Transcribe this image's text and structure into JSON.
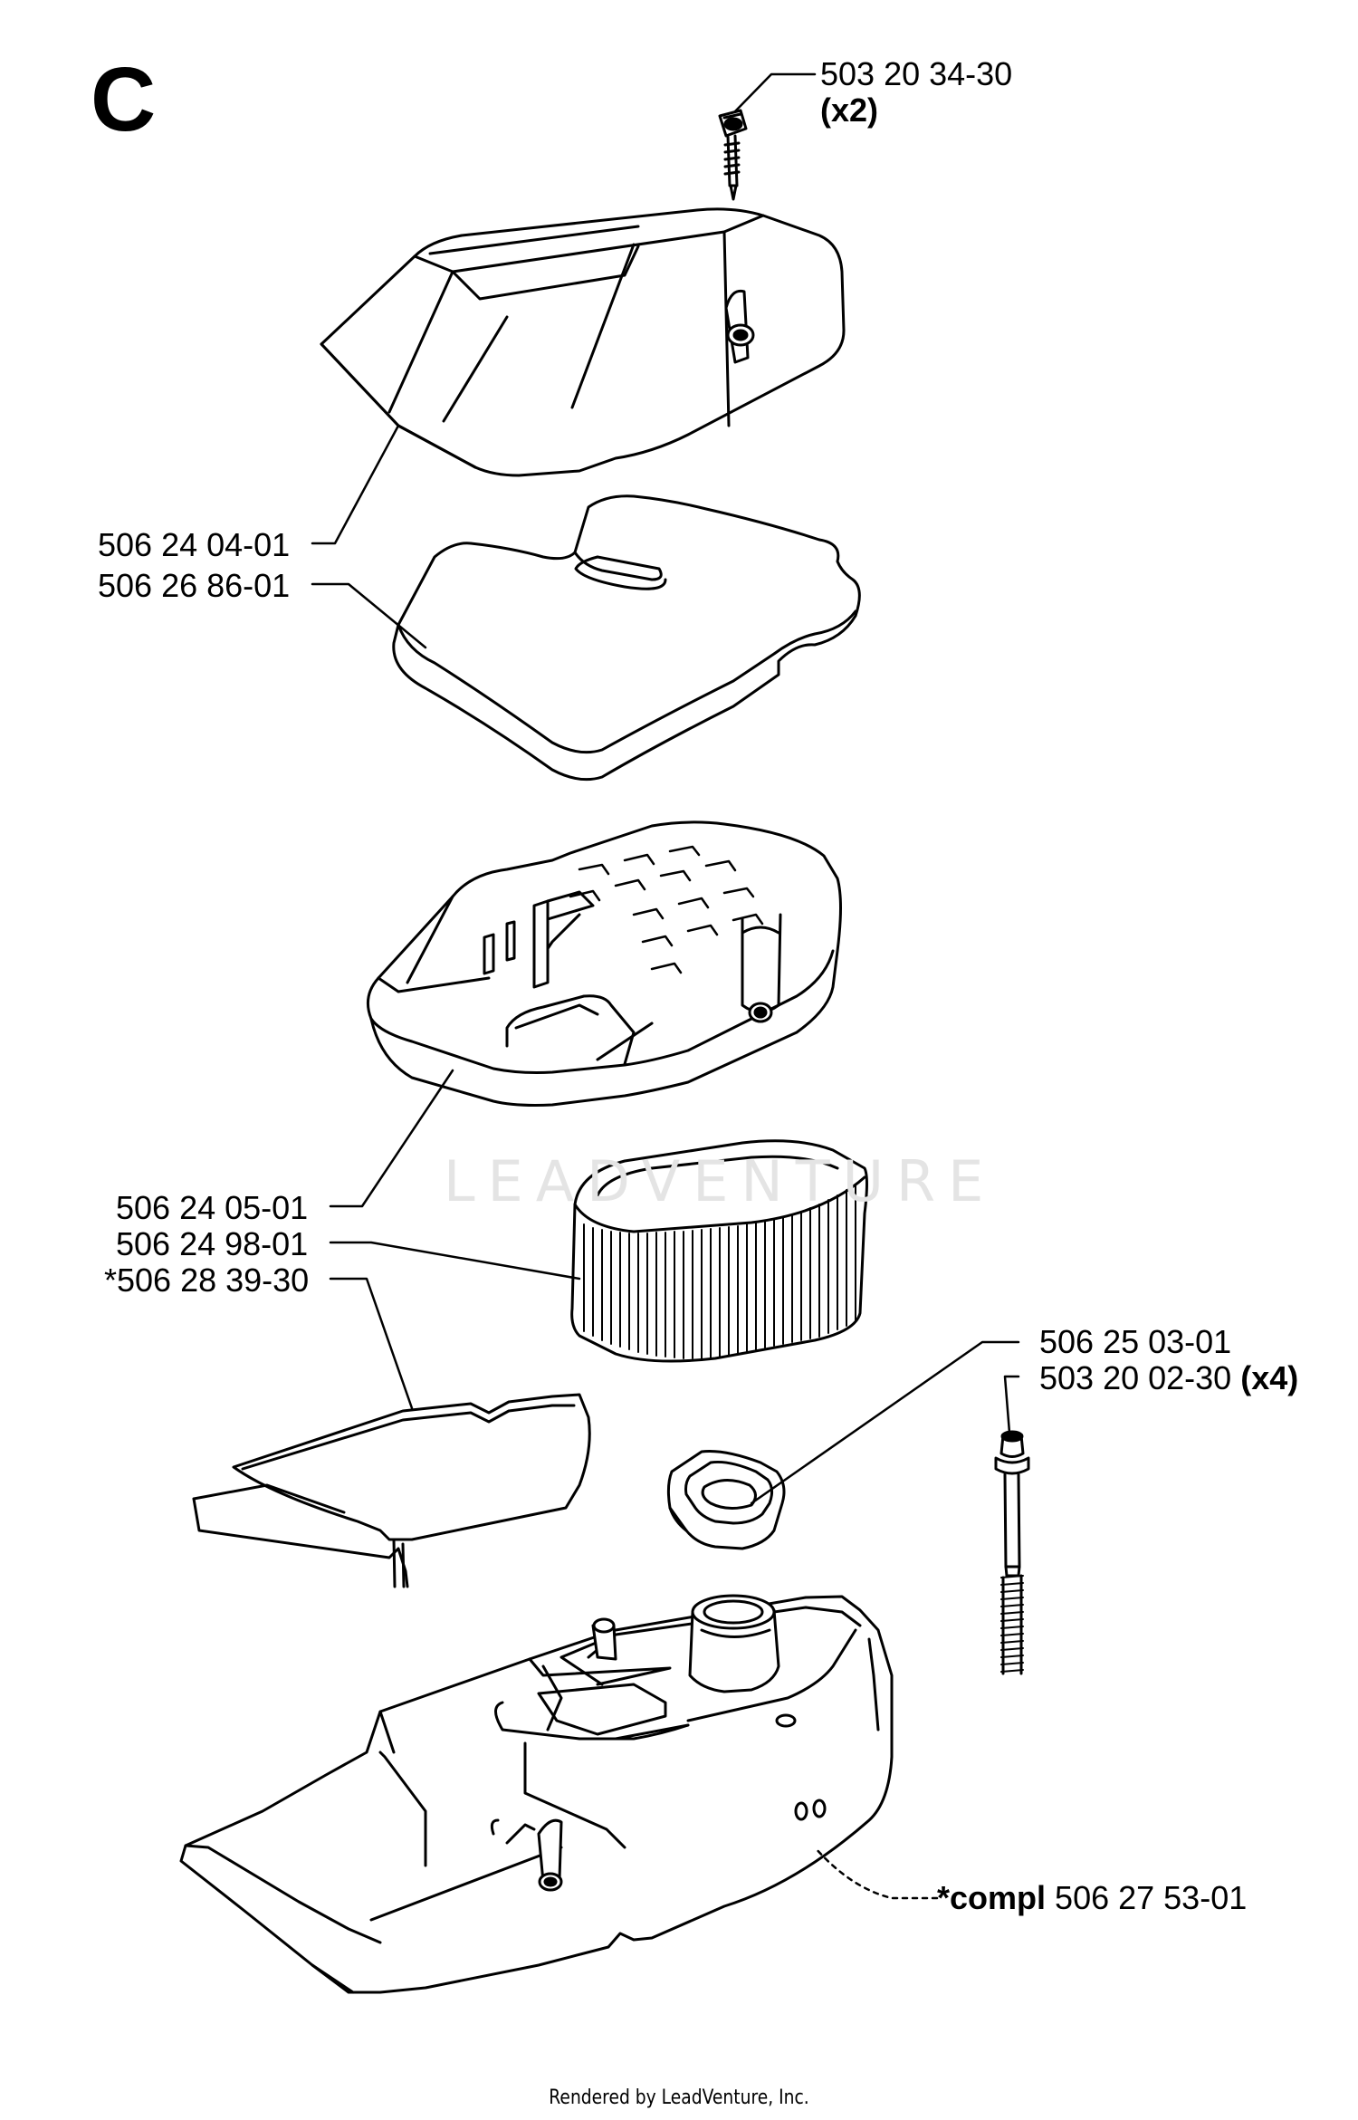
{
  "section_letter": "C",
  "watermark": "LEADVENTURE",
  "footer": "Rendered by LeadVenture, Inc.",
  "parts": [
    {
      "number": "503 20 34-30",
      "qty": "(x2)"
    },
    {
      "number": "506 24 04-01"
    },
    {
      "number": "506 26 86-01"
    },
    {
      "number": "506 24 05-01"
    },
    {
      "number": "506 24 98-01"
    },
    {
      "number": "*506 28 39-30"
    },
    {
      "number": "506 25 03-01"
    },
    {
      "number": "503 20 02-30",
      "qty": "(x4)"
    },
    {
      "prefix": "*compl",
      "number": "506 27 53-01"
    }
  ]
}
